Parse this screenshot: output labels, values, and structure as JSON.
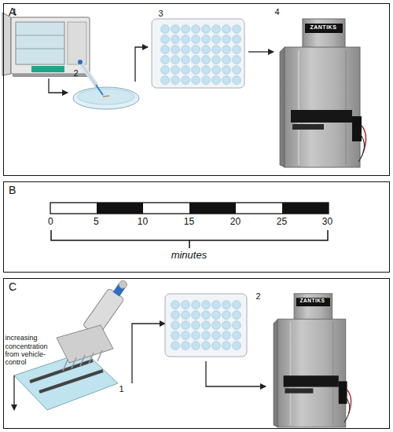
{
  "diagram": {
    "nodes": [
      {
        "text": [
          "A"
        ]
      },
      {
        "text": [
          "B"
        ]
      },
      {
        "text": [
          "C"
        ]
      }
    ],
    "labels": [
      "1",
      "2",
      "3",
      "4",
      "ZANTIKS",
      "0",
      "5",
      "10",
      "15",
      "20",
      "25",
      "30",
      "minutes",
      "increasing concentration from vehicle-control",
      "1",
      "2",
      "ZANTIKS"
    ]
  }
}
